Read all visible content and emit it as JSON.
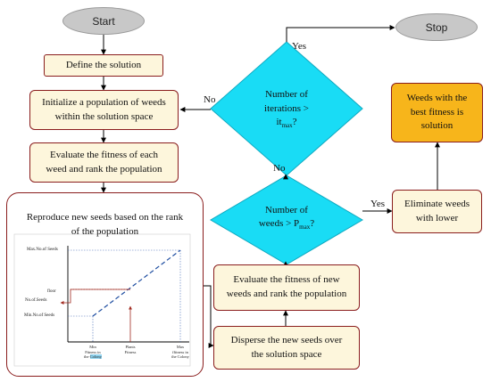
{
  "nodes": {
    "start": "Start",
    "stop": "Stop",
    "define": "Define the solution",
    "init_l1": "Initialize a population of weeds",
    "init_l2": "within the solution space",
    "eval1_l1": "Evaluate the fitness of each",
    "eval1_l2": "weed and rank the population",
    "repro_l1": "Reproduce new seeds based on the rank",
    "repro_l2": "of the population",
    "iter_l1": "Number of",
    "iter_l2": "iterations >",
    "iter_l3_main": "it",
    "iter_l3_sub": "max",
    "iter_l3_tail": "?",
    "weeds_l1": "Number of",
    "weeds_l2_main": "weeds > P",
    "weeds_l2_sub": "max",
    "weeds_l2_tail": "?",
    "best_l1": "Weeds with the",
    "best_l2": "best fitness is",
    "best_l3": "solution",
    "elim_l1": "Eliminate weeds",
    "elim_l2": "with lower",
    "eval2_l1": "Evaluate the fitness of new",
    "eval2_l2": "weeds and rank the population",
    "disperse_l1": "Disperse the new seeds over",
    "disperse_l2": "the solution space"
  },
  "edge_labels": {
    "iter_yes": "Yes",
    "iter_no": "No",
    "weeds_no": "No",
    "weeds_yes": "Yes"
  },
  "inset": {
    "y_max": "Max.No.of  Seeds",
    "y_mid": "No.of.Seeds",
    "y_min": "Min.No.of  Seeds",
    "floor": "floor",
    "x_min_l1": "Min",
    "x_min_l2": "Fitness in",
    "x_min_l3": "the",
    "x_min_l3_hl": "Colony",
    "x_mid_l1": "Plants",
    "x_mid_l2": "Fitness",
    "x_max_l1": "Max",
    "x_max_l2": "ffitness in",
    "x_max_l3": "the Colony"
  },
  "colors": {
    "box_fill": "#fdf6dc",
    "box_border": "#8a1d1d",
    "decision_fill": "#19dcf5",
    "terminal_fill": "#c8c8c8",
    "result_fill": "#f7b51b"
  }
}
